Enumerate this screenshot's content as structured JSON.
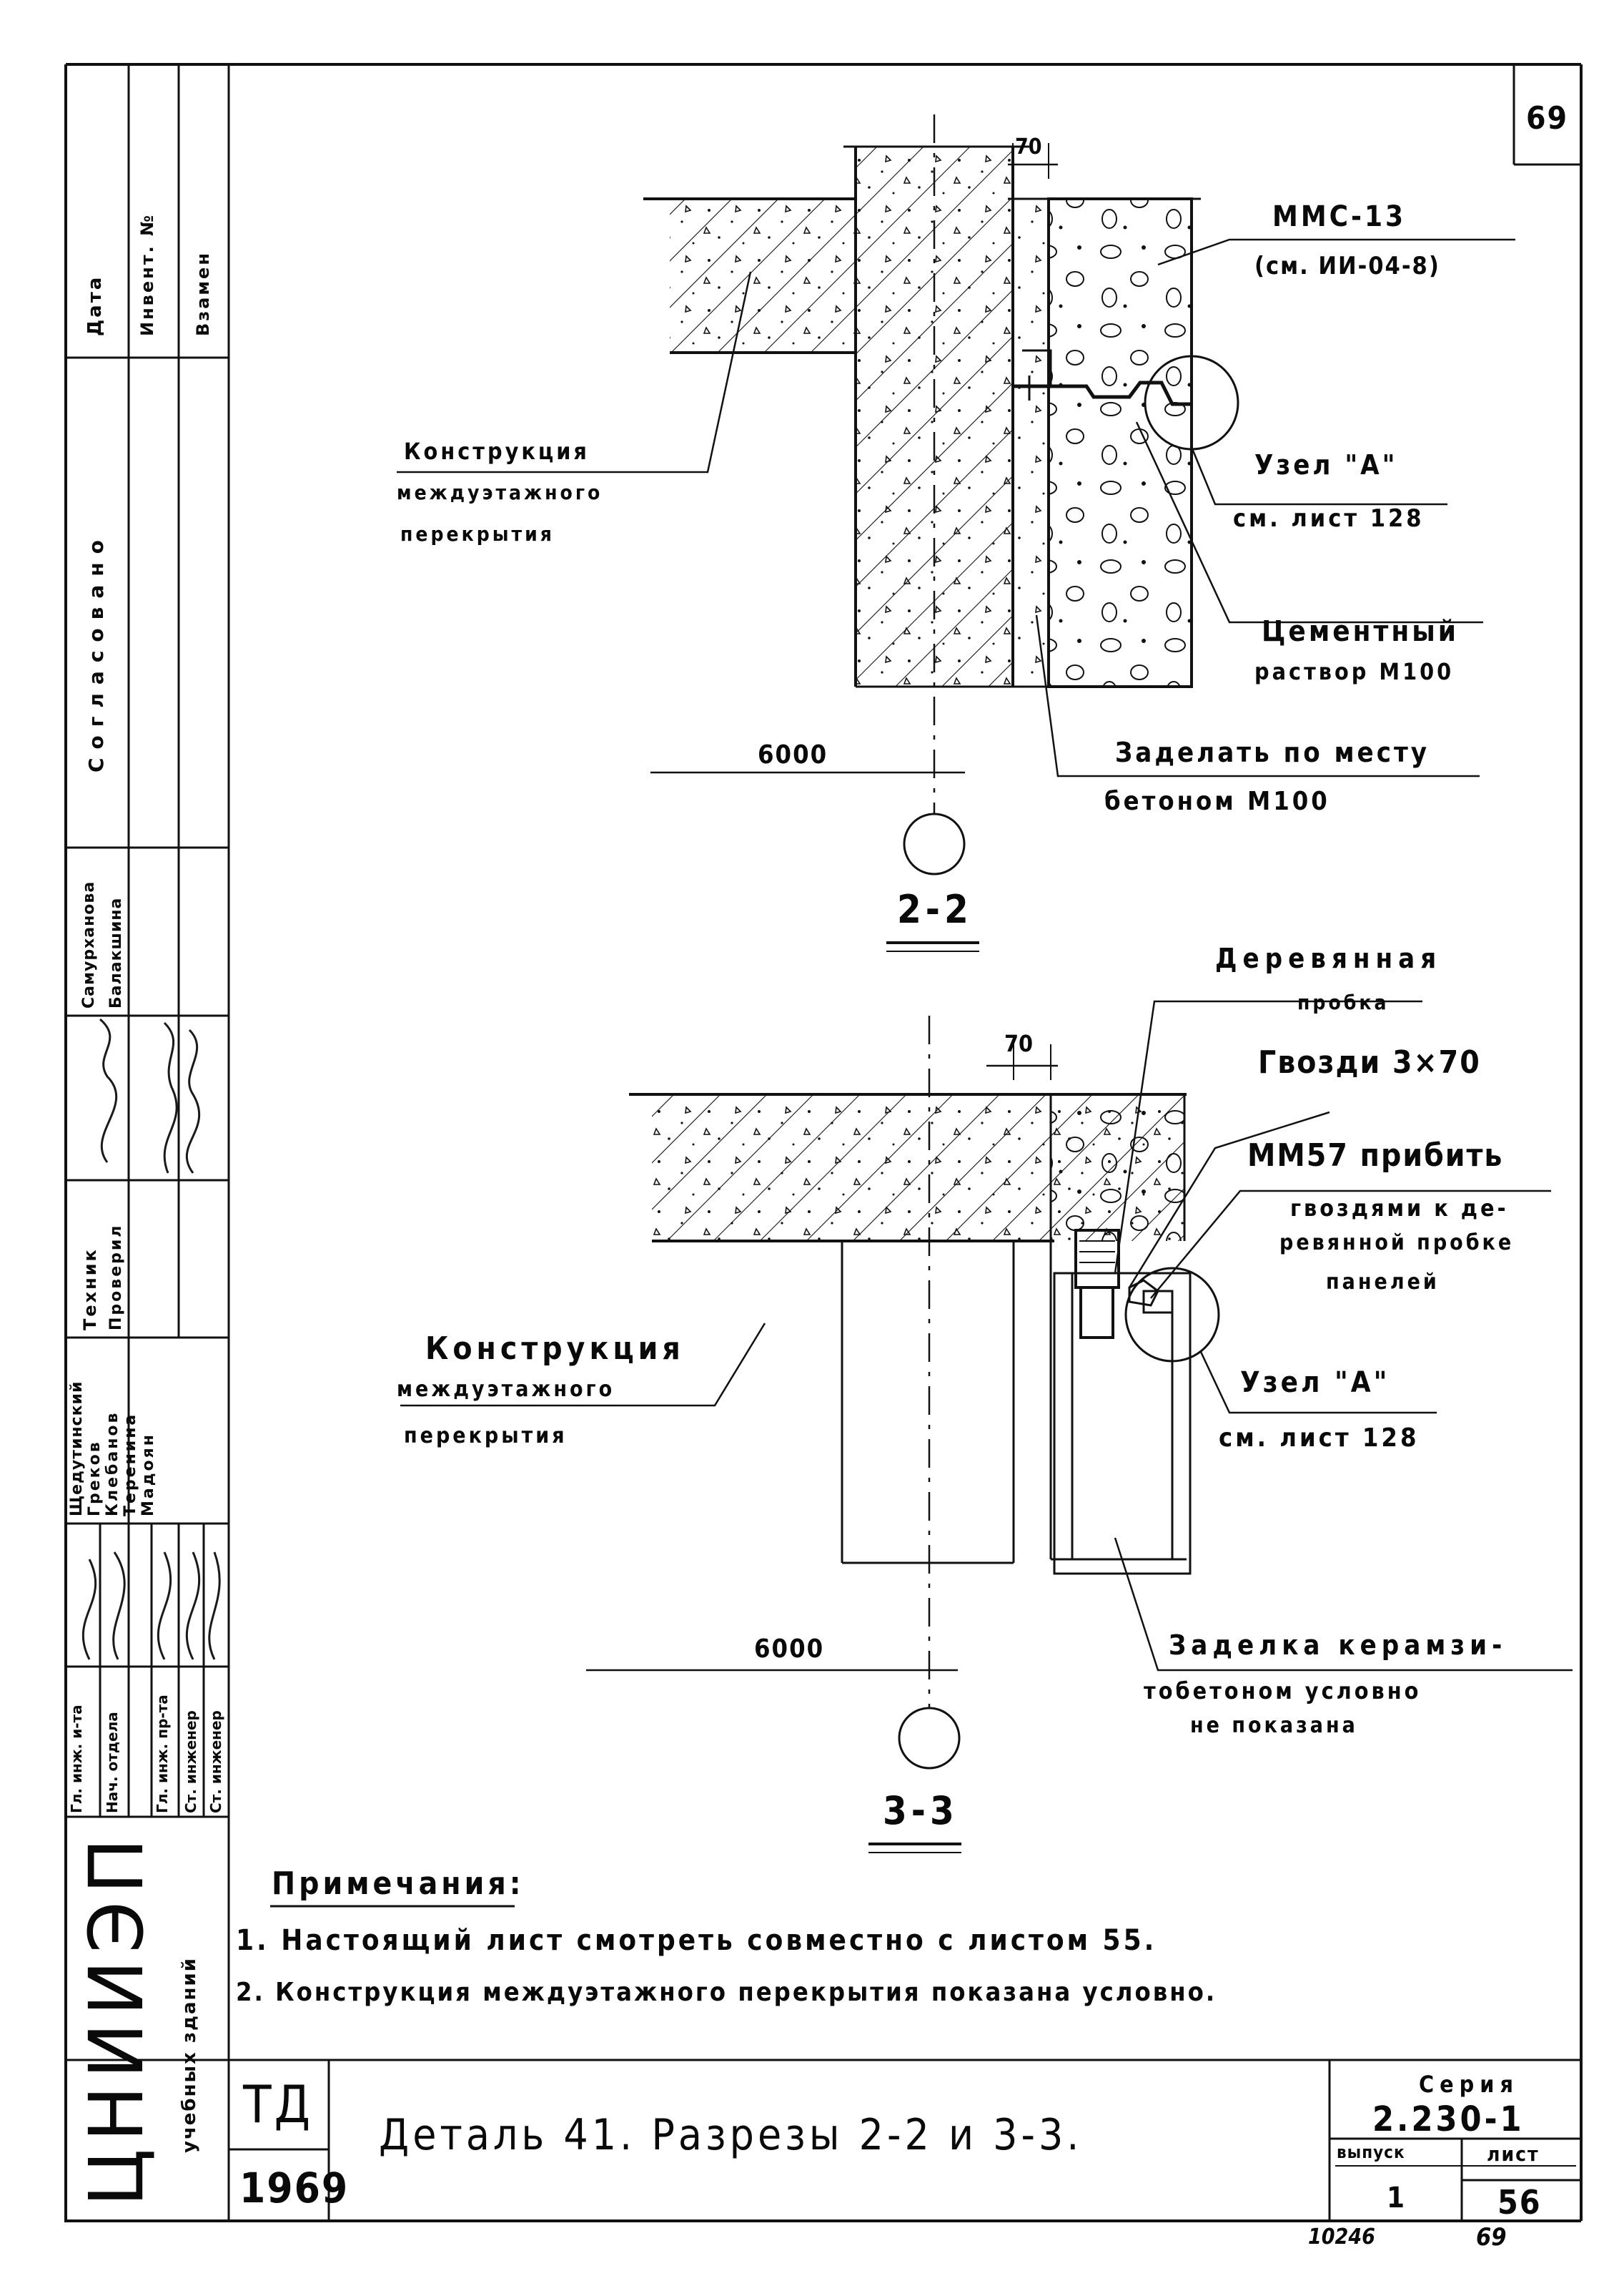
{
  "sheet_number_top": "69",
  "section_2_2": {
    "title": "2-2",
    "dimension_gap": "70",
    "dimension_axis": "6000",
    "label_mms": "ММС-13",
    "label_mms_ref": "(см. ИИ-04-8)",
    "label_slab_1": "Конструкция",
    "label_slab_2": "междуэтажного",
    "label_slab_3": "перекрытия",
    "label_node": "Узел \"А\"",
    "label_node_ref": "см. лист 128",
    "label_cement_1": "Цементный",
    "label_cement_2": "раствор М100",
    "label_fill_1": "Заделать по месту",
    "label_fill_2": "бетоном М100"
  },
  "section_3_3": {
    "title": "3-3",
    "dimension_gap": "70",
    "dimension_axis": "6000",
    "label_wood_1": "Деревянная",
    "label_wood_2": "пробка",
    "label_nails": "Гвозди 3×70",
    "label_mm57_1": "ММ57 прибить",
    "label_mm57_2": "гвоздями к де-",
    "label_mm57_3": "ревянной пробке",
    "label_mm57_4": "панелей",
    "label_slab_1": "Конструкция",
    "label_slab_2": "междуэтажного",
    "label_slab_3": "перекрытия",
    "label_node": "Узел \"А\"",
    "label_node_ref": "см. лист 128",
    "label_fill_1": "Заделка керамзи-",
    "label_fill_2": "тобетоном условно",
    "label_fill_3": "не показана"
  },
  "notes": {
    "heading": "Примечания:",
    "note_1": "1. Настоящий лист смотреть совместно с листом 55.",
    "note_2": "2. Конструкция междуэтажного перекрытия показана условно."
  },
  "side_block": {
    "col_date": "Дата",
    "col_inventory": "Инвент. №",
    "col_replace": "Взамен",
    "approved": "Согласовано",
    "name_1": "Самурханова",
    "name_2": "Балакшина",
    "role_technician": "Техник",
    "role_checked": "Проверил",
    "staff_roles": [
      "Гл. инж. и-та",
      "Нач. отдела",
      "Гл. инж. пр-та",
      "Ст. инженер",
      "Ст. инженер"
    ],
    "staff_names": [
      "Щедутинский",
      "Греков",
      "Клебанов",
      "Теренина",
      "Мадоян"
    ],
    "institute": "ЦНИИЭП",
    "institute_sub": "учебных зданий"
  },
  "title_block": {
    "code": "ТД",
    "year": "1969",
    "title": "Деталь 41. Разрезы 2-2 и 3-3.",
    "series_label": "Серия",
    "series_value": "2.230-1",
    "issue_label": "выпуск",
    "issue_value": "1",
    "sheet_label": "лист",
    "sheet_value": "56"
  },
  "footer": {
    "inventory_number": "10246",
    "page": "69"
  }
}
